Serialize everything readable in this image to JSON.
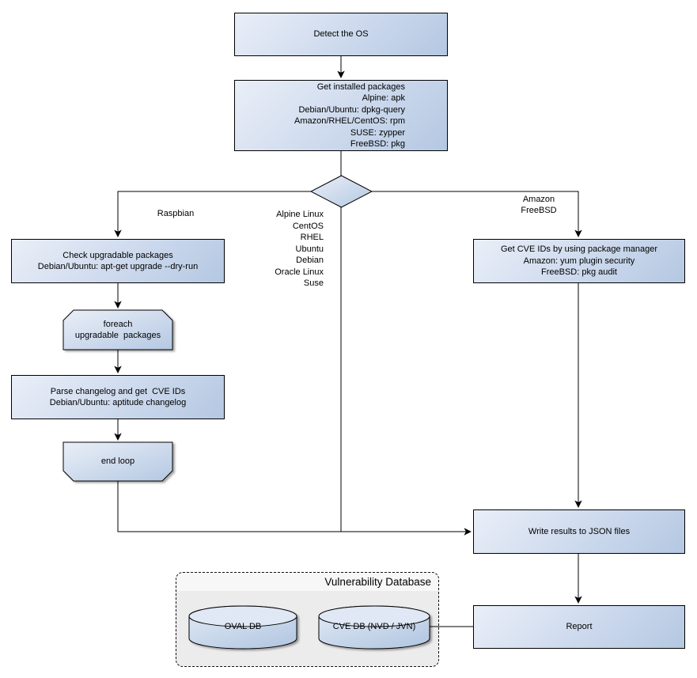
{
  "nodes": {
    "detect_os": {
      "label": "Detect the OS"
    },
    "get_packages": {
      "label": "Get installed packages\nAlpine: apk\nDebian/Ubuntu: dpkg-query\nAmazon/RHEL/CentOS: rpm\nSUSE: zypper\nFreeBSD: pkg"
    },
    "check_upgradable": {
      "label": "Check upgradable packages\nDebian/Ubuntu: apt-get upgrade --dry-run"
    },
    "foreach_loop": {
      "label": "foreach\nupgradable  packages"
    },
    "parse_changelog": {
      "label": "Parse changelog and get  CVE IDs\nDebian/Ubuntu: aptitude changelog"
    },
    "end_loop": {
      "label": "end loop"
    },
    "get_cve": {
      "label": "Get CVE IDs by using package manager\nAmazon: yum plugin security\nFreeBSD: pkg audit"
    },
    "write_json": {
      "label": "Write results to JSON files"
    },
    "report": {
      "label": "Report"
    },
    "oval_db": {
      "label": "OVAL DB"
    },
    "cve_db": {
      "label": "CVE DB (NVD / JVN)"
    }
  },
  "container": {
    "title": "Vulnerability Database"
  },
  "edge_labels": {
    "raspbian": "Raspbian",
    "os_list": "Alpine Linux\nCentOS\nRHEL\nUbuntu\nDebian\nOracle Linux\nSuse",
    "amazon_freebsd": "Amazon\nFreeBSD"
  },
  "edges": [
    {
      "from": "detect_os",
      "to": "get_packages"
    },
    {
      "from": "get_packages",
      "to": "decision"
    },
    {
      "from": "decision",
      "to": "check_upgradable",
      "label": "Raspbian"
    },
    {
      "from": "decision",
      "to": "get_cve",
      "label": "Amazon, FreeBSD"
    },
    {
      "from": "decision",
      "to": "write_json",
      "label": "Alpine Linux, CentOS, RHEL, Ubuntu, Debian, Oracle Linux, Suse"
    },
    {
      "from": "check_upgradable",
      "to": "foreach_loop"
    },
    {
      "from": "foreach_loop",
      "to": "parse_changelog"
    },
    {
      "from": "parse_changelog",
      "to": "end_loop"
    },
    {
      "from": "end_loop",
      "to": "write_json"
    },
    {
      "from": "get_cve",
      "to": "write_json"
    },
    {
      "from": "write_json",
      "to": "report"
    },
    {
      "from": "cve_db",
      "to": "report"
    }
  ],
  "colors": {
    "node_fill_light": "#eaeff8",
    "node_fill_dark": "#b4c8e2",
    "node_border": "#000000",
    "edge_line": "#000000",
    "container_fill": "#ececec",
    "container_title_strip": "#f7f7f7",
    "background": "#ffffff"
  }
}
